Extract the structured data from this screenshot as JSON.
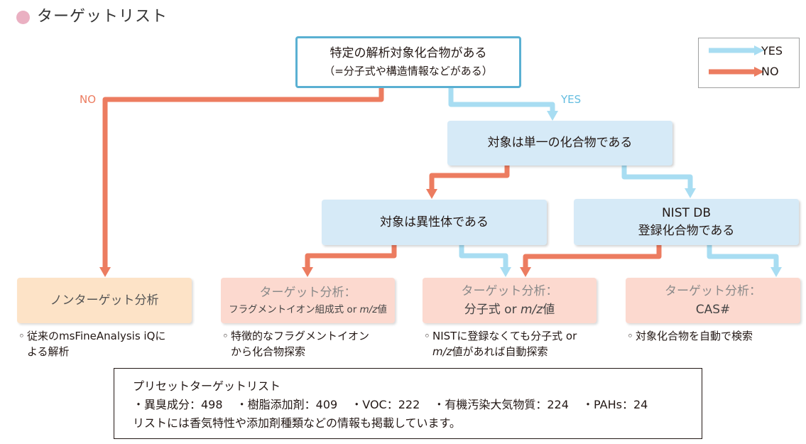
{
  "header": {
    "title": "ターゲットリスト"
  },
  "legend": {
    "items": [
      {
        "label": "YES",
        "color": "#a8ddf2"
      },
      {
        "label": "NO",
        "color": "#ec7c60"
      }
    ]
  },
  "colors": {
    "yes_arrow": "#a8ddf2",
    "no_arrow": "#ec7c60",
    "yes_text": "#64bde0",
    "no_text": "#ec7c60",
    "start_border": "#5ab0d2",
    "question_fill": "#d6eaf7",
    "result_fill": "#fcd9cf",
    "nontarget_fill": "#fde3c7"
  },
  "flowchart": {
    "start": {
      "line1": "特定の解析対象化合物がある",
      "line2": "（=分子式や構造情報などがある）"
    },
    "edge_labels": {
      "no": "NO",
      "yes": "YES"
    },
    "q_single": {
      "label": "対象は単一の化合物である"
    },
    "q_isomer": {
      "label": "対象は異性体である"
    },
    "q_nistdb": {
      "line1": "NIST DB",
      "line2": "登録化合物である"
    },
    "r_nontarget": {
      "label": "ノンターゲット分析"
    },
    "r_fragment": {
      "title": "ターゲット分析：",
      "sub_prefix": "フラグメントイオン組成式 or ",
      "sub_mz": "m/z",
      "sub_suffix": "値"
    },
    "r_formula": {
      "title": "ターゲット分析：",
      "sub_prefix": "分子式 or ",
      "sub_mz": "m/z",
      "sub_suffix": "値"
    },
    "r_cas": {
      "title": "ターゲット分析：",
      "sub": "CAS#"
    }
  },
  "notes": {
    "nontarget": {
      "bullet": "◦",
      "line1": "従来のmsFineAnalysis iQに",
      "line2": "よる解析"
    },
    "fragment": {
      "bullet": "◦",
      "line1": "特徴的なフラグメントイオン",
      "line2": "から化合物探索"
    },
    "formula": {
      "bullet": "◦",
      "line1": "NISTに登録なくても分子式 or",
      "line2_mz": "m/z",
      "line2_rest": "値があれば自動探索"
    },
    "cas": {
      "bullet": "◦",
      "line1": "対象化合物を自動で検索"
    }
  },
  "preset": {
    "title": "プリセットターゲットリスト",
    "items": [
      "・異臭成分：498",
      "・樹脂添加剤：409",
      "・VOC：222",
      "・有機汚染大気物質：224",
      "・PAHs：24"
    ],
    "footer": "リストには香気特性や添加剤種類などの情報も掲載しています。"
  }
}
